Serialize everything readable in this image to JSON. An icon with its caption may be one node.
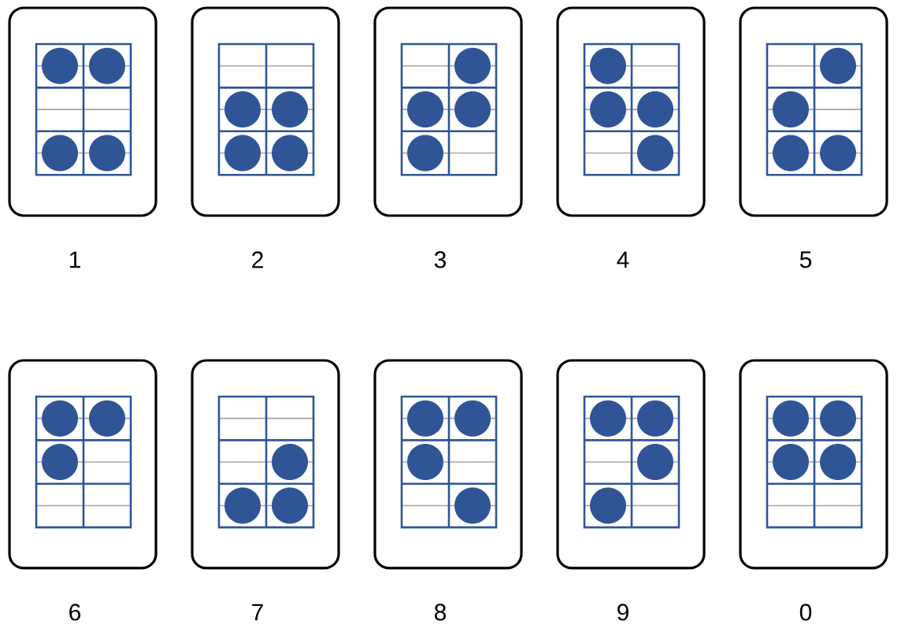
{
  "diagram": {
    "nodes": [
      {
        "text": [],
        "shape": "box",
        "beside": [
          "1"
        ]
      },
      {
        "text": [],
        "shape": "box",
        "beside": [
          "2"
        ]
      },
      {
        "text": [],
        "shape": "box",
        "beside": [
          "3"
        ]
      },
      {
        "text": [],
        "shape": "box",
        "beside": [
          "4"
        ]
      },
      {
        "text": [],
        "shape": "box",
        "beside": [
          "5"
        ]
      },
      {
        "text": [],
        "shape": "box",
        "beside": [
          "6"
        ]
      },
      {
        "text": [],
        "shape": "box",
        "beside": [
          "7"
        ]
      },
      {
        "text": [],
        "shape": "box",
        "beside": [
          "8"
        ]
      },
      {
        "text": [],
        "shape": "box",
        "beside": [
          "9"
        ]
      },
      {
        "text": [],
        "shape": "box",
        "beside": [
          "0"
        ]
      }
    ]
  }
}
